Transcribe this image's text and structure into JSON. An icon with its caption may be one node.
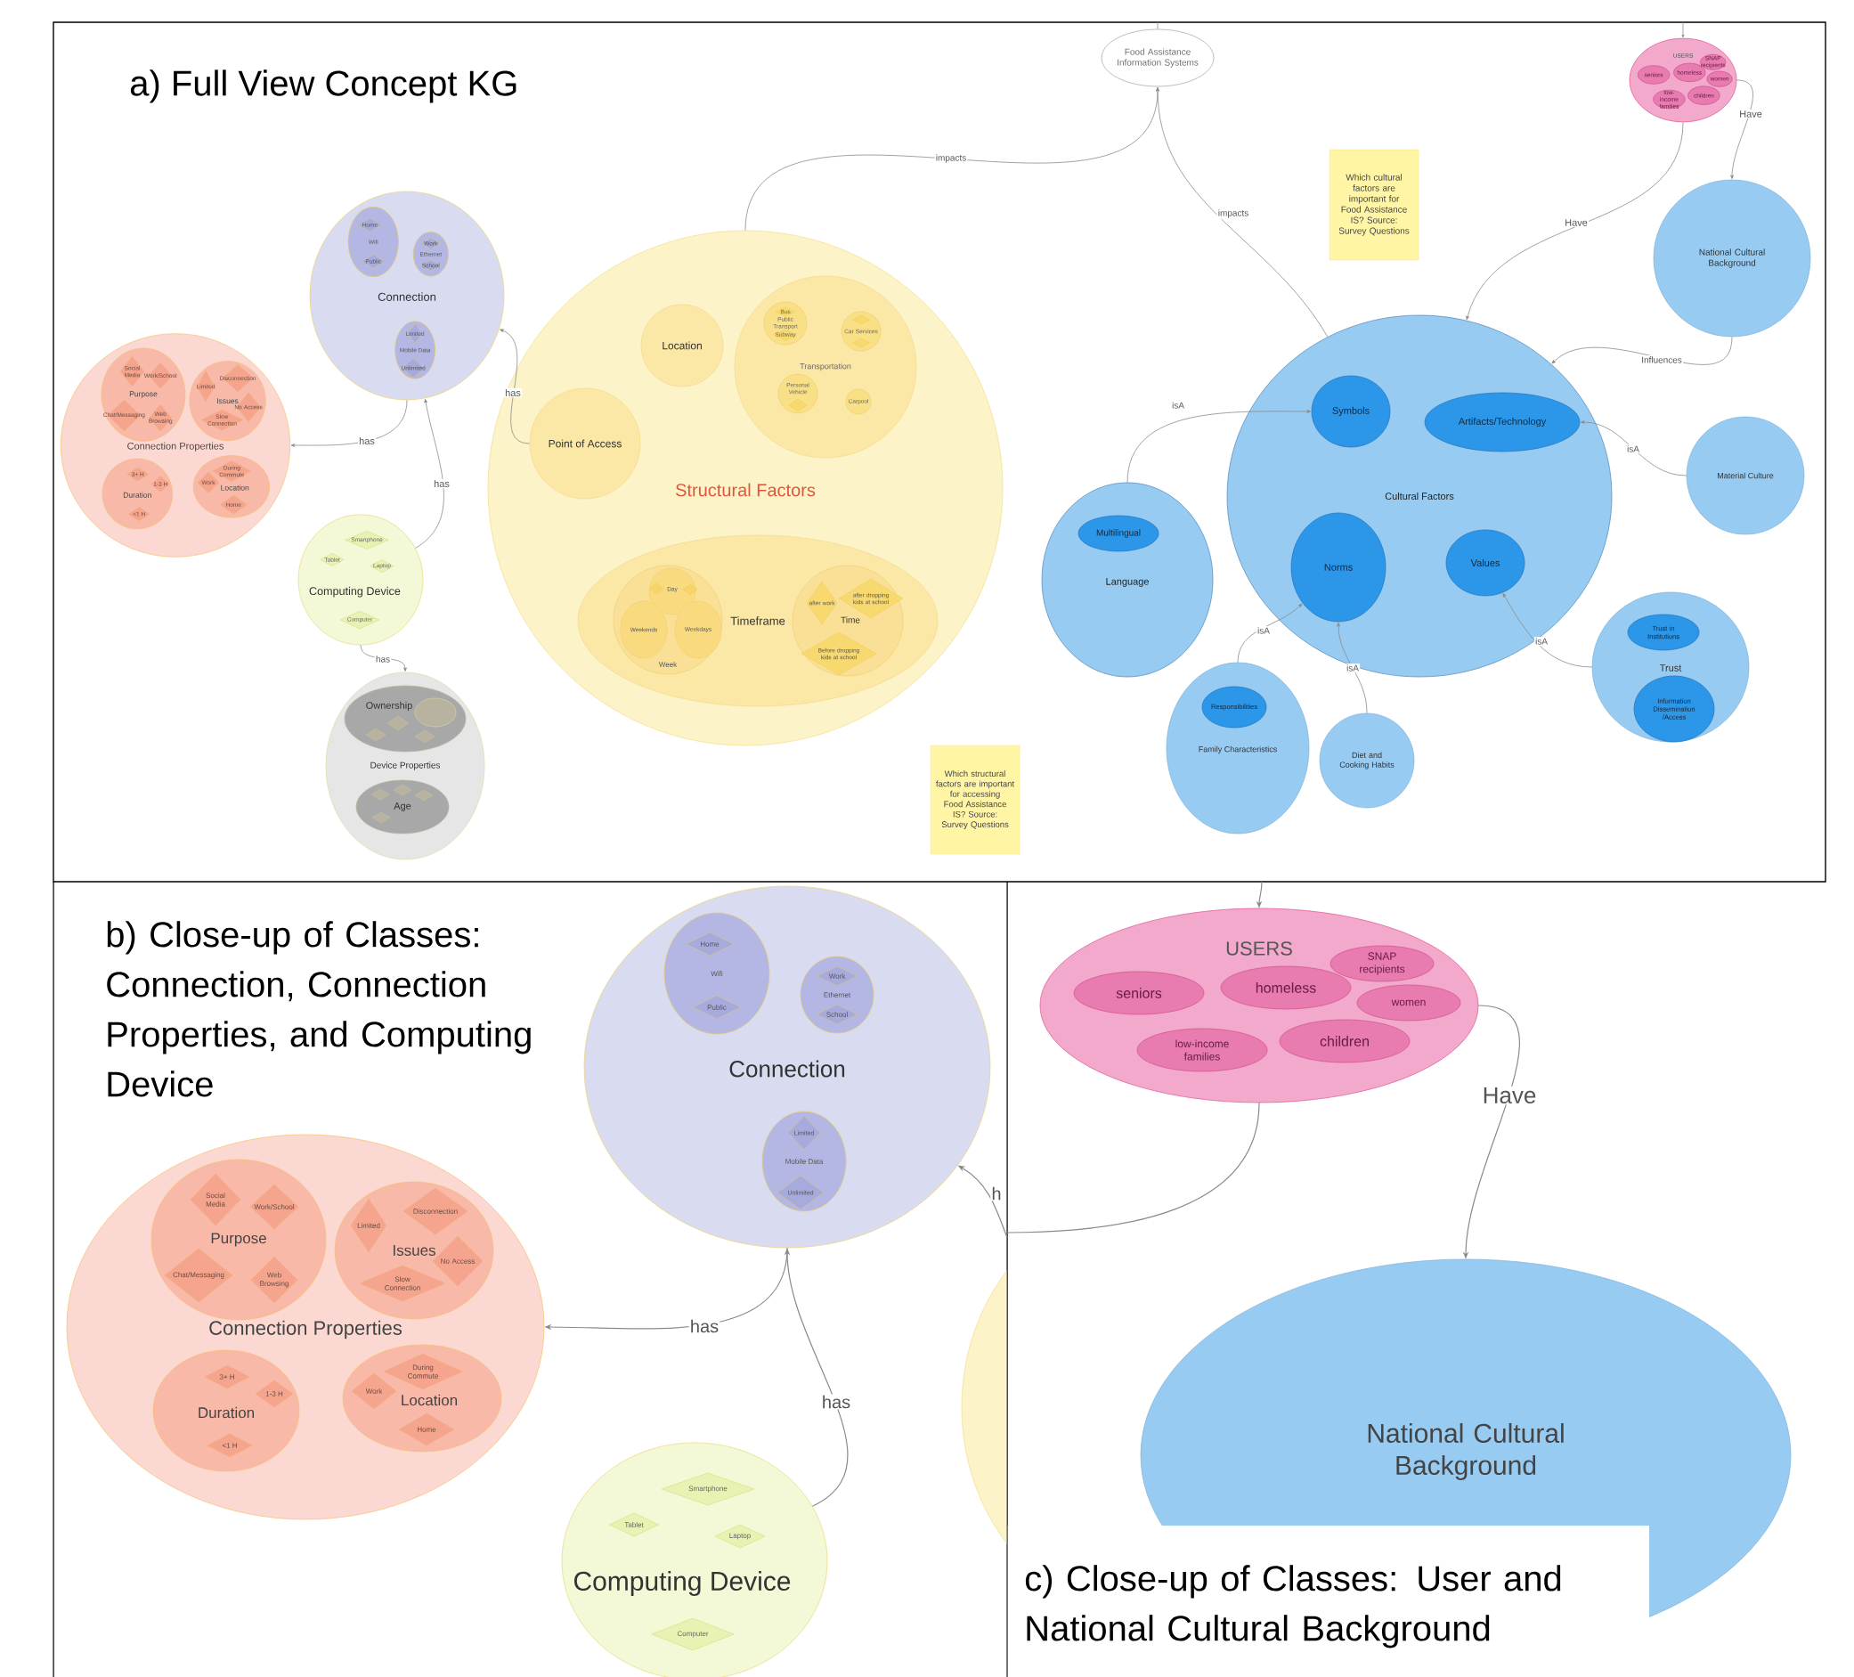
{
  "diagram": {
    "nodes": [
      {
        "text": [
          "Food Assistance Information Systems"
        ]
      },
      {
        "text": [
          "USERS"
        ]
      },
      {
        "text": [
          "seniors"
        ],
        "in": 1
      },
      {
        "text": [
          "homeless"
        ],
        "in": 1
      },
      {
        "text": [
          "SNAP recipients"
        ],
        "in": 1
      },
      {
        "text": [
          "women"
        ],
        "in": 1
      },
      {
        "text": [
          "low-income families"
        ],
        "in": 1
      },
      {
        "text": [
          "children"
        ],
        "in": 1
      },
      {
        "text": [
          "Which cultural factors are important for Food Assistance IS? Source: Survey Questions"
        ]
      },
      {
        "text": [
          "National Cultural Background"
        ]
      },
      {
        "text": [
          "Connection"
        ]
      },
      {
        "text": [
          "Wifi"
        ],
        "in": 10
      },
      {
        "text": [
          "Home"
        ],
        "in": 11
      },
      {
        "text": [
          "Public"
        ],
        "in": 11
      },
      {
        "text": [
          "Ethernet"
        ],
        "in": 10
      },
      {
        "text": [
          "Work"
        ],
        "in": 14
      },
      {
        "text": [
          "School"
        ],
        "in": 14
      },
      {
        "text": [
          "Mobile Data"
        ],
        "in": 10
      },
      {
        "text": [
          "Limited"
        ],
        "in": 17
      },
      {
        "text": [
          "Unlimited"
        ],
        "in": 17
      },
      {
        "text": [
          "Structural Factors"
        ]
      },
      {
        "text": [
          "Location"
        ],
        "in": 20
      },
      {
        "text": [
          "Transportation"
        ],
        "in": 20
      },
      {
        "text": [
          "Public Transport"
        ],
        "in": 22
      },
      {
        "text": [
          "Bus"
        ],
        "in": 23
      },
      {
        "text": [
          "Subway"
        ],
        "in": 23
      },
      {
        "text": [
          "Car Services"
        ],
        "in": 22
      },
      {
        "text": [],
        "shape": "diamond",
        "in": 26
      },
      {
        "text": [],
        "shape": "diamond",
        "in": 26
      },
      {
        "text": [
          "Personal Vehicle"
        ],
        "in": 22
      },
      {
        "text": [],
        "shape": "diamond",
        "in": 29
      },
      {
        "text": [
          "Carpool"
        ],
        "in": 22
      },
      {
        "text": [
          "Point of Access"
        ],
        "in": 20
      },
      {
        "text": [
          "Timeframe"
        ],
        "in": 20
      },
      {
        "text": [
          "Week"
        ],
        "in": 33
      },
      {
        "text": [
          "Day"
        ],
        "in": 34
      },
      {
        "text": [],
        "shape": "diamond",
        "in": 35
      },
      {
        "text": [],
        "shape": "diamond",
        "in": 35
      },
      {
        "text": [
          "Weekends"
        ],
        "in": 34
      },
      {
        "text": [
          "Weekdays"
        ],
        "in": 34
      },
      {
        "text": [
          "Time"
        ],
        "in": 33
      },
      {
        "text": [
          "after work"
        ],
        "in": 40
      },
      {
        "text": [
          "after dropping kids at school"
        ],
        "in": 40
      },
      {
        "text": [
          "Before dropping kids at school"
        ],
        "in": 40
      },
      {
        "text": [
          "Connection Properties"
        ]
      },
      {
        "text": [
          "Purpose"
        ],
        "in": 44
      },
      {
        "text": [
          "Social Media"
        ],
        "in": 45
      },
      {
        "text": [
          "Work/School"
        ],
        "in": 45
      },
      {
        "text": [
          "Chat/Messaging"
        ],
        "in": 45
      },
      {
        "text": [
          "Web Browsing"
        ],
        "in": 45
      },
      {
        "text": [
          "Issues"
        ],
        "in": 44
      },
      {
        "text": [
          "Limited"
        ],
        "in": 50
      },
      {
        "text": [
          "Disconnection"
        ],
        "in": 50
      },
      {
        "text": [
          "No Access"
        ],
        "in": 50
      },
      {
        "text": [
          "Slow Connection"
        ],
        "in": 50
      },
      {
        "text": [
          "Duration"
        ],
        "in": 44
      },
      {
        "text": [
          "3+ H"
        ],
        "in": 55
      },
      {
        "text": [
          "1-3 H"
        ],
        "in": 55
      },
      {
        "text": [
          "<1 H"
        ],
        "in": 55
      },
      {
        "text": [
          "Location"
        ],
        "in": 44
      },
      {
        "text": [
          "Work"
        ],
        "in": 59
      },
      {
        "text": [
          "During Commute"
        ],
        "in": 59
      },
      {
        "text": [
          "Home"
        ],
        "in": 59
      },
      {
        "text": [
          "Cultural Factors"
        ]
      },
      {
        "text": [
          "Symbols"
        ],
        "in": 63
      },
      {
        "text": [
          "Artifacts/Technology"
        ],
        "in": 63
      },
      {
        "text": [
          "Norms"
        ],
        "in": 63
      },
      {
        "text": [
          "Values"
        ],
        "in": 63
      },
      {
        "text": [
          "Language"
        ]
      },
      {
        "text": [
          "Multilingual"
        ],
        "in": 68
      },
      {
        "text": [
          "Material Culture"
        ]
      },
      {
        "text": [
          "Computing Device"
        ]
      },
      {
        "text": [
          "Smartphone"
        ],
        "in": 71
      },
      {
        "text": [
          "Tablet"
        ],
        "in": 71
      },
      {
        "text": [
          "Laptop"
        ],
        "in": 71
      },
      {
        "text": [
          "Computer"
        ],
        "in": 71
      },
      {
        "text": [
          "Trust"
        ]
      },
      {
        "text": [
          "Trust in Institutions"
        ],
        "in": 76
      },
      {
        "text": [
          "Information Dissemination /Access"
        ],
        "in": 76
      },
      {
        "text": [
          "Family Characteristics"
        ]
      },
      {
        "text": [
          "Responsibilities"
        ],
        "in": 79
      },
      {
        "text": [
          "Diet and Cooking Habits"
        ]
      },
      {
        "text": [
          "Device Properties"
        ]
      },
      {
        "text": [
          "Ownership"
        ],
        "in": 82
      },
      {
        "text": [],
        "shape": "circle",
        "in": 83
      },
      {
        "text": [],
        "shape": "diamond",
        "in": 83
      },
      {
        "text": [],
        "shape": "diamond",
        "in": 83
      },
      {
        "text": [],
        "shape": "diamond",
        "in": 83
      },
      {
        "text": [
          "Age"
        ],
        "in": 82
      },
      {
        "text": [],
        "shape": "diamond",
        "in": 88
      },
      {
        "text": [],
        "shape": "diamond",
        "in": 88
      },
      {
        "text": [],
        "shape": "diamond",
        "in": 88
      },
      {
        "text": [],
        "shape": "diamond",
        "in": 88
      },
      {
        "text": [
          "Which structural factors are important for accessing Food Assistance IS? Source: Survey Questions"
        ]
      },
      {
        "text": [
          "Connection"
        ]
      },
      {
        "text": [
          "Wifi"
        ],
        "in": 94
      },
      {
        "text": [
          "Home"
        ],
        "in": 95
      },
      {
        "text": [
          "Public"
        ],
        "in": 95
      },
      {
        "text": [
          "Ethernet"
        ],
        "in": 94
      },
      {
        "text": [
          "Work"
        ],
        "in": 98
      },
      {
        "text": [
          "School"
        ],
        "in": 98
      },
      {
        "text": [
          "Mobile Data"
        ],
        "in": 94
      },
      {
        "text": [
          "Limited"
        ],
        "in": 101
      },
      {
        "text": [
          "Unlimited"
        ],
        "in": 101
      },
      {
        "text": [
          "Connection Properties"
        ]
      },
      {
        "text": [
          "Purpose"
        ],
        "in": 104
      },
      {
        "text": [
          "Social Media"
        ],
        "in": 105
      },
      {
        "text": [
          "Work/School"
        ],
        "in": 105
      },
      {
        "text": [
          "Chat/Messaging"
        ],
        "in": 105
      },
      {
        "text": [
          "Web Browsing"
        ],
        "in": 105
      },
      {
        "text": [
          "Issues"
        ],
        "in": 104
      },
      {
        "text": [
          "Limited"
        ],
        "in": 110
      },
      {
        "text": [
          "Disconnection"
        ],
        "in": 110
      },
      {
        "text": [
          "No Access"
        ],
        "in": 110
      },
      {
        "text": [
          "Slow Connection"
        ],
        "in": 110
      },
      {
        "text": [
          "Duration"
        ],
        "in": 104
      },
      {
        "text": [
          "3+ H"
        ],
        "in": 115
      },
      {
        "text": [
          "1-3 H"
        ],
        "in": 115
      },
      {
        "text": [
          "<1 H"
        ],
        "in": 115
      },
      {
        "text": [
          "Location"
        ],
        "in": 104
      },
      {
        "text": [
          "Work"
        ],
        "in": 119
      },
      {
        "text": [
          "During Commute"
        ],
        "in": 119
      },
      {
        "text": [
          "Home"
        ],
        "in": 119
      },
      {
        "text": [
          "Computing Device"
        ]
      },
      {
        "text": [
          "Smartphone"
        ],
        "in": 123
      },
      {
        "text": [
          "Tablet"
        ],
        "in": 123
      },
      {
        "text": [
          "Laptop"
        ],
        "in": 123
      },
      {
        "text": [
          "Computer"
        ],
        "in": 123
      },
      {
        "text": [
          "USERS"
        ]
      },
      {
        "text": [
          "seniors"
        ],
        "in": 128
      },
      {
        "text": [
          "homeless"
        ],
        "in": 128
      },
      {
        "text": [
          "SNAP recipients"
        ],
        "in": 128
      },
      {
        "text": [
          "women"
        ],
        "in": 128
      },
      {
        "text": [
          "low-income families"
        ],
        "in": 128
      },
      {
        "text": [
          "children"
        ],
        "in": 128
      },
      {
        "text": [
          "National Cultural Background"
        ]
      }
    ],
    "edges": [
      {
        "from": 20,
        "to": 0,
        "arrow": "to",
        "label": "impacts"
      },
      {
        "from": 63,
        "to": 0,
        "arrow": "to",
        "label": "impacts"
      },
      {
        "from": null,
        "to": 0,
        "arrow": "none"
      },
      {
        "from": null,
        "to": 1,
        "arrow": "to"
      },
      {
        "from": 1,
        "to": 63,
        "arrow": "to",
        "label": "Have"
      },
      {
        "from": 1,
        "to": 9,
        "arrow": "to",
        "label": "Have"
      },
      {
        "from": 9,
        "to": 63,
        "arrow": "to",
        "label": "Influences"
      },
      {
        "from": 68,
        "to": 64,
        "arrow": "to",
        "label": "isA"
      },
      {
        "from": 70,
        "to": 65,
        "arrow": "to",
        "label": "isA"
      },
      {
        "from": 79,
        "to": 66,
        "arrow": "to",
        "label": "isA"
      },
      {
        "from": 81,
        "to": 66,
        "arrow": "to",
        "label": "isA"
      },
      {
        "from": 76,
        "to": 67,
        "arrow": "to",
        "label": "isA"
      },
      {
        "from": 32,
        "to": 10,
        "arrow": "to",
        "label": "has"
      },
      {
        "from": 10,
        "to": 44,
        "arrow": "to",
        "label": "has"
      },
      {
        "from": 71,
        "to": 10,
        "arrow": "to",
        "label": "has"
      },
      {
        "from": 71,
        "to": 82,
        "arrow": "to",
        "label": "has"
      },
      {
        "from": 94,
        "to": 104,
        "arrow": "to",
        "label": "has"
      },
      {
        "from": 123,
        "to": 94,
        "arrow": "to",
        "label": "has"
      },
      {
        "from": null,
        "to": 94,
        "arrow": "to",
        "label": "h"
      },
      {
        "from": null,
        "to": 128,
        "arrow": "to"
      },
      {
        "from": 128,
        "to": null,
        "arrow": "none"
      },
      {
        "from": 128,
        "to": 135,
        "arrow": "to",
        "label": "Have"
      }
    ],
    "labels": [
      "a) Full View Concept KG",
      "b) Close-up of Classes: Connection, Connection Properties, and Computing Device",
      "c) Close-up of Classes: User and National Cultural Background"
    ]
  }
}
